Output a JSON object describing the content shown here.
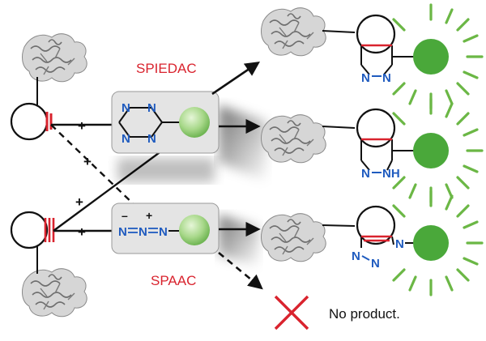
{
  "labels": {
    "spiedac": "SPIEDAC",
    "spaac": "SPAAC",
    "no_product": "No product."
  },
  "plus_signs": [
    "+",
    "+",
    "+",
    "+"
  ],
  "azide_charges": {
    "minus": "–",
    "plus": "+"
  },
  "atoms": {
    "tetrazine": [
      "N",
      "N",
      "N",
      "N"
    ],
    "azide": [
      "N",
      "N",
      "N"
    ],
    "pyridazine": [
      "N",
      "N"
    ],
    "dihydropyridazine": [
      "N",
      "NH"
    ],
    "triazole": [
      "N",
      "N",
      "N"
    ]
  },
  "colors": {
    "red": "#d9232e",
    "blue": "#1f5bbf",
    "green_fill": "#4aa83a",
    "green_rays": "#6bb745",
    "reagent_ball": "#a8d88a",
    "box_fill": "#e4e4e4"
  }
}
